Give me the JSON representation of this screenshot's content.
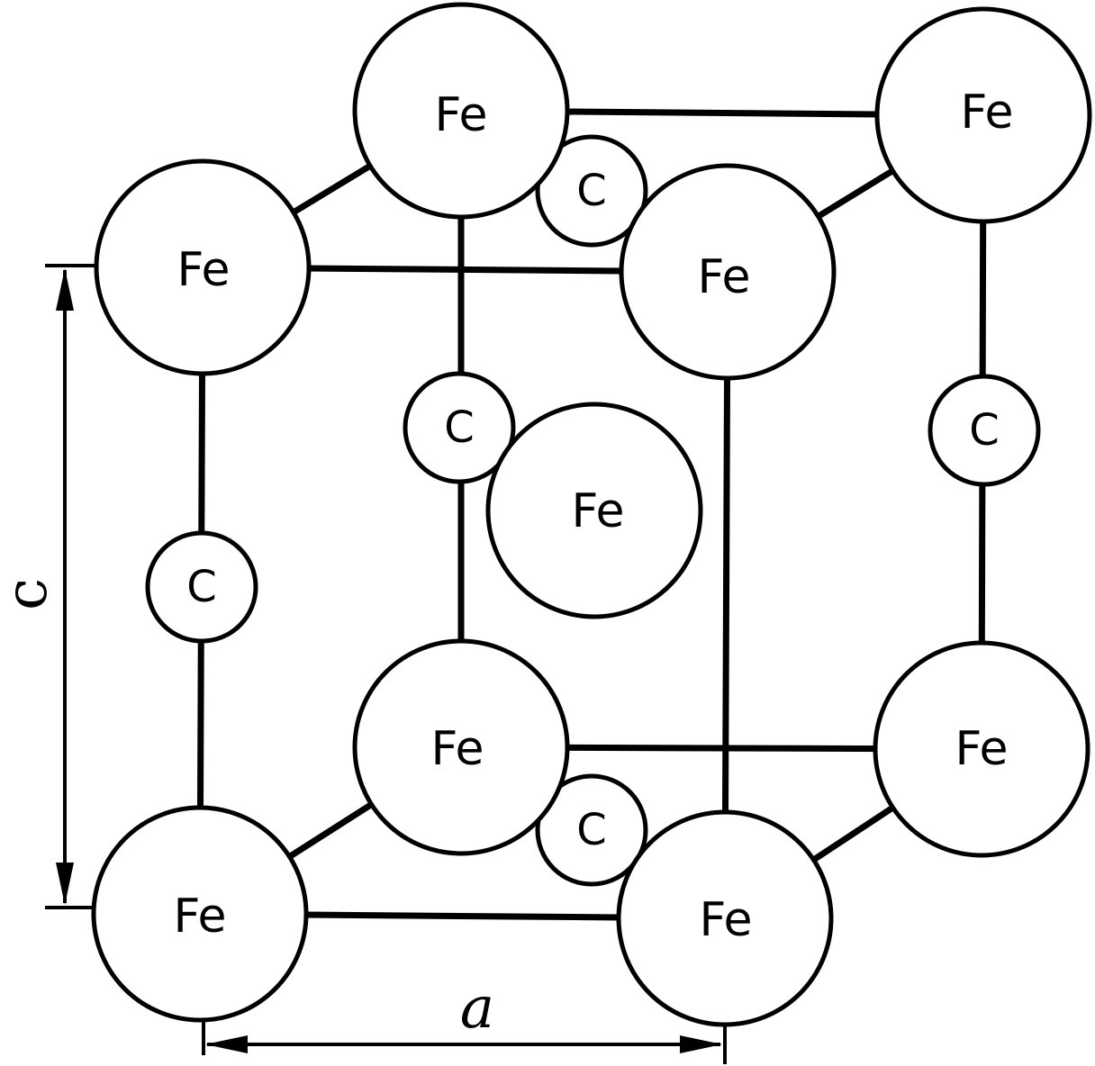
{
  "labels": {
    "iron": "Fe",
    "carbon": "C"
  },
  "dimensions": {
    "height_label": "c",
    "width_label": "a"
  }
}
